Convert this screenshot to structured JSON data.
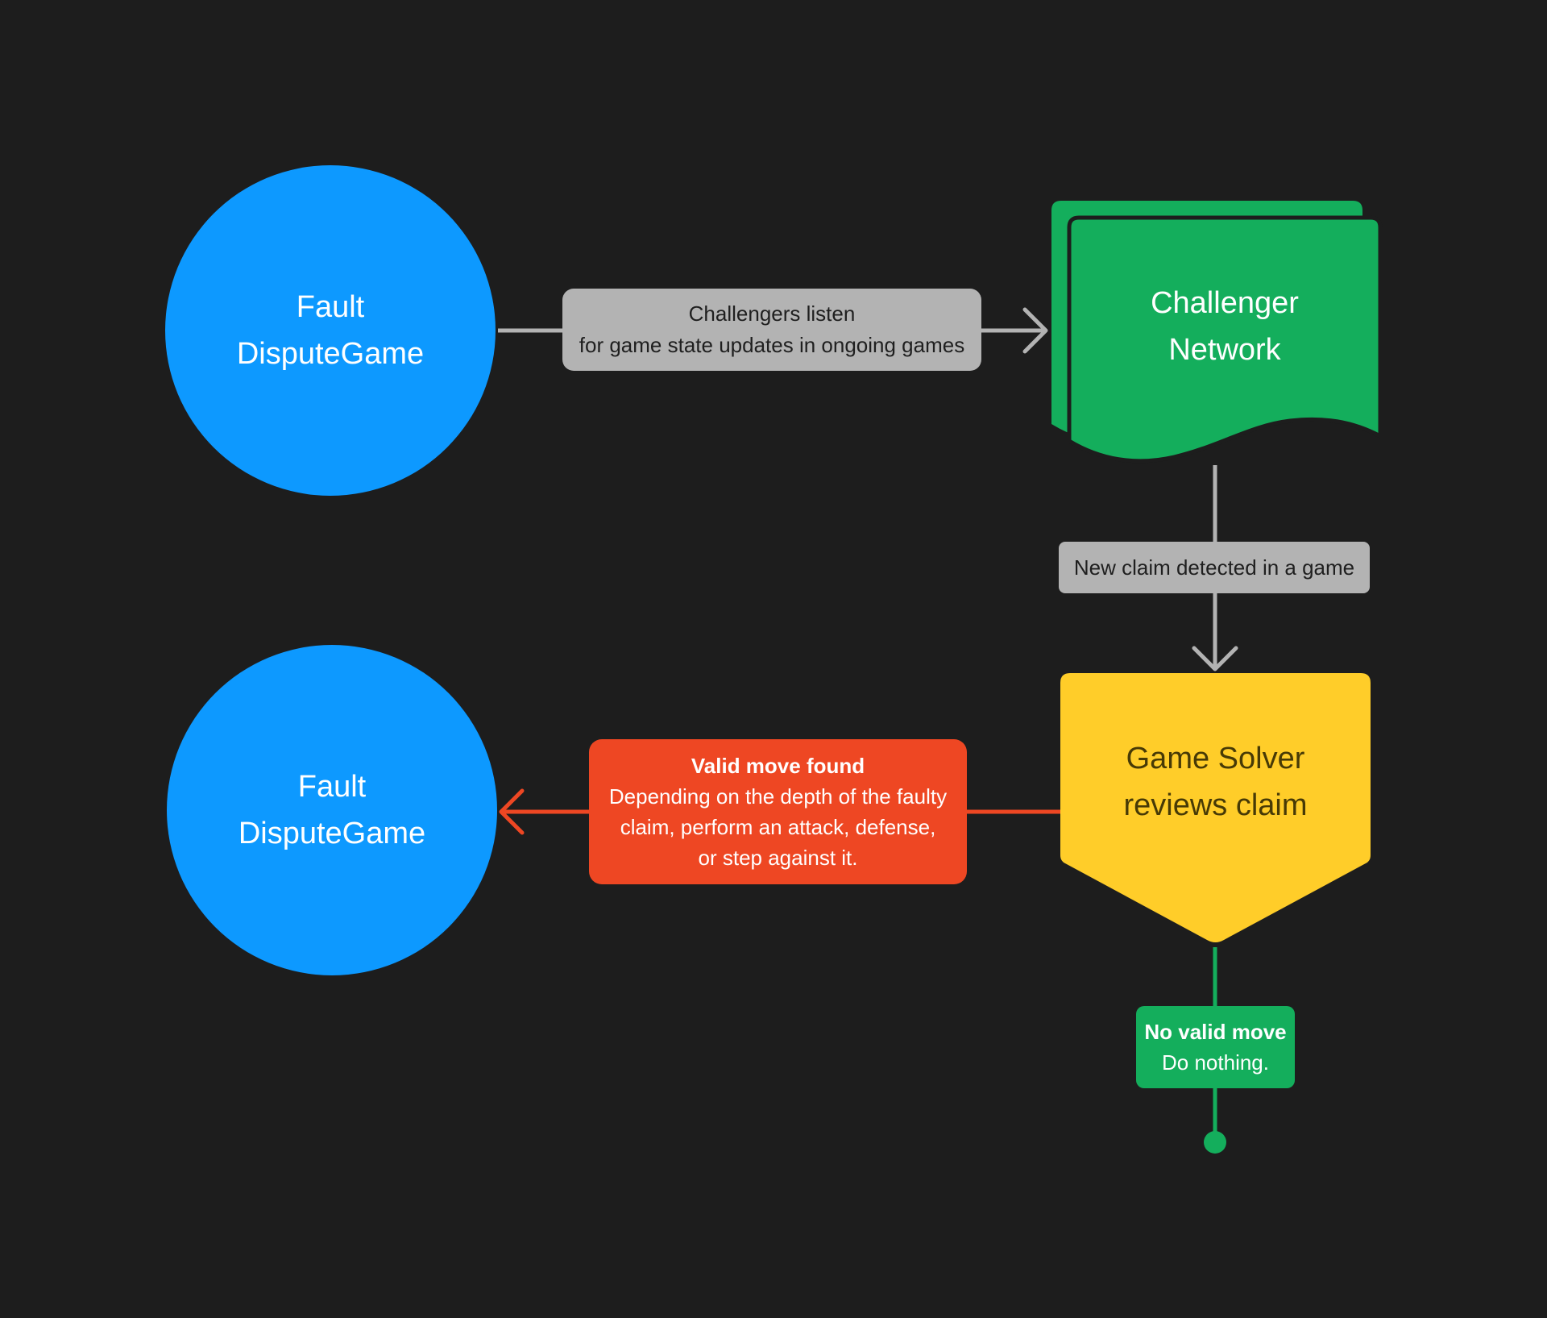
{
  "canvas": {
    "background": "#1d1d1d"
  },
  "palette": {
    "blue": "#0d99ff",
    "green": "#14ae5c",
    "yellow": "#ffcd29",
    "red": "#ee4723",
    "gray": "#b3b3b3",
    "connector_gray": "#b3b3b3",
    "dark_text": "#1f1f1f",
    "yellow_text": "#473a06",
    "white_text": "#ffffff"
  },
  "nodes": {
    "fault_top": {
      "line1": "Fault",
      "line2": "DisputeGame"
    },
    "challenger": {
      "line1": "Challenger",
      "line2": "Network"
    },
    "solver": {
      "line1": "Game Solver",
      "line2": "reviews claim"
    },
    "fault_bottom": {
      "line1": "Fault",
      "line2": "DisputeGame"
    }
  },
  "labels": {
    "listen": {
      "line1": "Challengers listen",
      "line2": "for game state updates in ongoing games"
    },
    "new_claim": "New claim detected in a game",
    "valid_move": {
      "title": "Valid move found",
      "line1": "Depending on the depth of the faulty",
      "line2": "claim, perform an attack, defense,",
      "line3": "or step against it."
    },
    "no_valid_move": {
      "title": "No valid move",
      "body": "Do nothing."
    }
  }
}
